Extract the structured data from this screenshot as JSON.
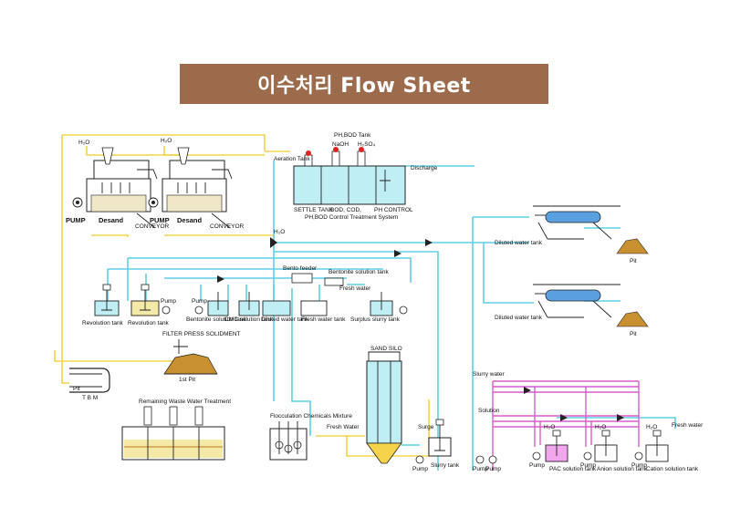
{
  "title": "이수처리 Flow Sheet",
  "labels": {
    "h2o_1": "H₂O",
    "h2o_2": "H₂O",
    "pump_1": "PUMP",
    "desand_1": "Desand",
    "conveyor_1": "CONVEYOR",
    "pump_2": "PUMP",
    "desand_2": "Desand",
    "conveyor_2": "CONVEYOR",
    "aeration_tank": "Aeration Tank",
    "ph_bod_tank": "PH,BOD Tank",
    "naoh": "NaOH",
    "h2so4": "H₂SO₄",
    "discharge": "Discharge",
    "settle_tank": "SETTLE TANK",
    "bod_cod": "BOD, COD,",
    "ph_control": "PH CONTROL",
    "ph_bod_system": "PH,BOD Control Treatment System",
    "diluted_water_tank_1": "Diluted water tank",
    "pit_1": "Pit",
    "diluted_water_tank_2": "Diluted water tank",
    "pit_2": "Pit",
    "bentonite_tank_top": "Bentonite solution tank",
    "bento_feeder": "Bento feeder",
    "fresh_water_top": "Fresh water",
    "revolution_tank_1": "Revolution tank",
    "revolution_tank_2": "Revolution tank",
    "pump_3": "Pump",
    "pump_4": "Pump",
    "bentonite_tank": "Bentonite solution tank",
    "cmc_tank": "CMC solution tank",
    "diluted_water_tank_3": "Diluted water tank",
    "fresh_water_tank": "Fresh water tank",
    "surplus_slurry_tank": "Surplus slurry tank",
    "filter_press": "FILTER PRESS SOLIDMENT",
    "first_pit": "1st Pit",
    "tbm": "T B M",
    "pit_small": "Pit",
    "remaining_waste": "Remaining Waste Water Treatment",
    "flocculation": "Flocculation Chemicals Mixture",
    "fresh_water_mid": "Fresh Water",
    "silo_label": "SAND SILO",
    "surge": "Surge",
    "slurry_tank": "Slurry tank",
    "pump_5": "Pump",
    "pump_6": "Pump",
    "pump_7": "Pump",
    "pump_8": "Pump",
    "pump_9": "Pump",
    "pump_10": "Pump",
    "strainer_side_1": "Slurry water",
    "strainer_side_2": "Solution",
    "pac_tank": "PAC solution tank",
    "anion_tank": "Anion solution tank",
    "cation_tank": "Cation solution tank",
    "fresh_water_right": "Fresh water",
    "h2o_3": "H₂O",
    "h2o_4": "H₂O",
    "h2o_5": "H₂O",
    "h2o_6": "H₂O"
  },
  "colors": {
    "banner": "#9b6b4b",
    "yellow_line": "#f5d34a",
    "cyan_line": "#5fd0e6",
    "magenta_line": "#d95ad0",
    "tank_water": "#bfeef4",
    "sand": "#c8902e"
  }
}
